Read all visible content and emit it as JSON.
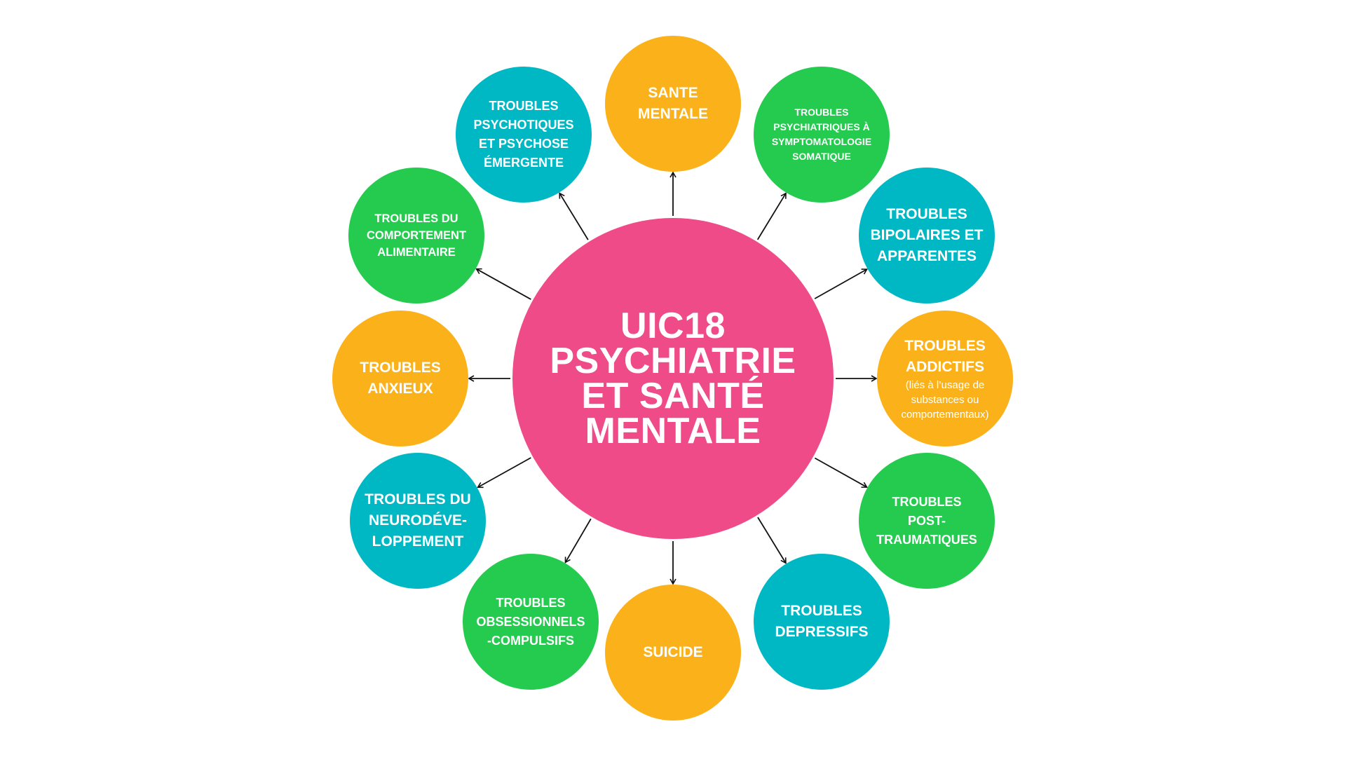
{
  "colors": {
    "pink": "#EF4B88",
    "orange": "#FBB21A",
    "teal": "#00B8C4",
    "green": "#24CB4E",
    "arrow": "#111111"
  },
  "hub": {
    "lines": [
      "UIC18",
      "PSYCHIATRIE",
      "ET SANTÉ",
      "MENTALE"
    ],
    "color": "pink"
  },
  "nodes": [
    {
      "id": "sante-mentale",
      "lines": [
        "SANTE",
        "MENTALE"
      ],
      "color": "orange",
      "size": "l"
    },
    {
      "id": "troubles-psychiatriques-somatique",
      "lines": [
        "TROUBLES",
        "PSYCHIATRIQUES À",
        "SYMPTOMATOLOGIE",
        "SOMATIQUE"
      ],
      "color": "green",
      "size": "xs"
    },
    {
      "id": "troubles-bipolaires",
      "lines": [
        "TROUBLES",
        "BIPOLAIRES ET",
        "APPARENTES"
      ],
      "color": "teal",
      "size": "l"
    },
    {
      "id": "troubles-addictifs",
      "lines": [
        "TROUBLES",
        "ADDICTIFS"
      ],
      "sub": [
        "(liés à l’usage de",
        "substances ou",
        "comportementaux)"
      ],
      "color": "orange",
      "size": "l"
    },
    {
      "id": "troubles-post-traumatiques",
      "lines": [
        "TROUBLES",
        "POST-",
        "TRAUMATIQUES"
      ],
      "color": "green",
      "size": "m"
    },
    {
      "id": "troubles-depressifs",
      "lines": [
        "TROUBLES",
        "DEPRESSIFS"
      ],
      "color": "teal",
      "size": "l"
    },
    {
      "id": "suicide",
      "lines": [
        "SUICIDE"
      ],
      "color": "orange",
      "size": "l"
    },
    {
      "id": "troubles-obsessionnels-compulsifs",
      "lines": [
        "TROUBLES",
        "OBSESSIONNELS",
        "-COMPULSIFS"
      ],
      "color": "green",
      "size": "m"
    },
    {
      "id": "troubles-neurodeveloppement",
      "lines": [
        "TROUBLES DU",
        "NEURODÉVE-",
        "LOPPEMENT"
      ],
      "color": "teal",
      "size": "l"
    },
    {
      "id": "troubles-anxieux",
      "lines": [
        "TROUBLES",
        "ANXIEUX"
      ],
      "color": "orange",
      "size": "l"
    },
    {
      "id": "troubles-comportement-alimentaire",
      "lines": [
        "TROUBLES DU",
        "COMPORTEMENT",
        "ALIMENTAIRE"
      ],
      "color": "green",
      "size": "s"
    },
    {
      "id": "troubles-psychotiques",
      "lines": [
        "TROUBLES",
        "PSYCHOTIQUES",
        "ET PSYCHOSE",
        "ÉMERGENTE"
      ],
      "color": "teal",
      "size": "m"
    }
  ]
}
